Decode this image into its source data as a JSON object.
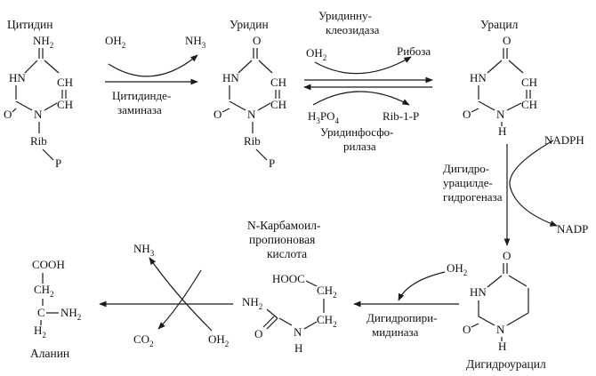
{
  "compounds": {
    "cytidine": "Цитидин",
    "uridine": "Уридин",
    "uracil": "Урацил",
    "dihydrouracil": "Дигидроурацил",
    "carbamoyl_line1": "N-Карбамоил-",
    "carbamoyl_line2": "пропионовая",
    "carbamoyl_line3": "кислота",
    "alanine": "Аланин"
  },
  "enzymes": {
    "cytidine_deaminase": [
      "Цитидинде-",
      "заминаза"
    ],
    "uridine_nucleosidase": [
      "Уридинну-",
      "клеозидаза"
    ],
    "uridine_phosphorylase": [
      "Уридинфосфо-",
      "рилаза"
    ],
    "dihydrouracil_dehydrogenase": [
      "Дигидро-",
      "урацилде-",
      "гидрогеназа"
    ],
    "dihydropyrimidinase": [
      "Дигидропири-",
      "мидиназа"
    ]
  },
  "cofactors": {
    "oh2": "OH",
    "h2o_sub": "2",
    "nh3": "NH",
    "nh3_sub": "3",
    "ribose": "Рибоза",
    "h3po4_a": "H",
    "h3po4_b": "3",
    "h3po4_c": "PO",
    "h3po4_d": "4",
    "rib1p": "Rib-1-P",
    "nadph": "NADPH",
    "nadp": "NADP",
    "co2": "CO",
    "co2_sub": "2"
  },
  "atoms": {
    "NH2": "NH",
    "sub2": "2",
    "HN": "HN",
    "O": "O",
    "N": "N",
    "H": "H",
    "CH": "CH",
    "Rib": "Rib",
    "P": "P",
    "CH2": "CH",
    "COOH": "COOH",
    "HOOC": "HOOC",
    "H2N": "H",
    "C": "C"
  }
}
